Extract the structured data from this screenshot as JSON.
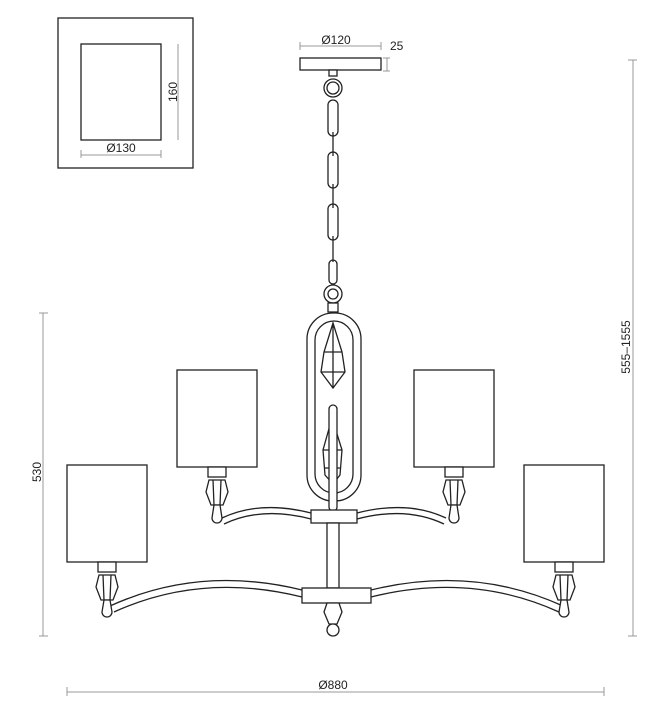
{
  "title": "Chandelier dimension drawing",
  "dimensions": {
    "canopy_diameter": "Ø120",
    "canopy_height": "25",
    "shade_height": "160",
    "shade_diameter": "Ø130",
    "total_height": "555–1555",
    "body_height": "530",
    "total_diameter": "Ø880"
  },
  "colors": {
    "line": "#222222",
    "dimension_line": "#999999"
  }
}
